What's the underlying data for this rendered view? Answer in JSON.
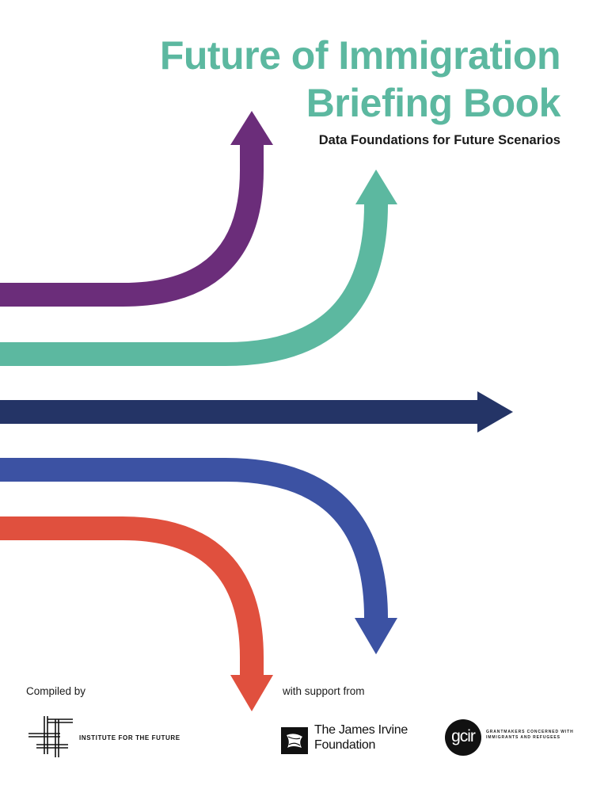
{
  "cover": {
    "title_line_1": "Future of Immigration",
    "title_line_2": "Briefing Book",
    "subtitle": "Data Foundations for Future Scenarios"
  },
  "arrows": [
    {
      "name": "purple",
      "color": "#6b2d7a",
      "direction": "up"
    },
    {
      "name": "teal",
      "color": "#5cb8a0",
      "direction": "up"
    },
    {
      "name": "navy",
      "color": "#243466",
      "direction": "right"
    },
    {
      "name": "blue",
      "color": "#3c52a3",
      "direction": "down"
    },
    {
      "name": "red",
      "color": "#e0503e",
      "direction": "down"
    }
  ],
  "footer": {
    "compiled_by_label": "Compiled by",
    "support_label": "with support from",
    "iftf": {
      "name": "INSTITUTE FOR THE FUTURE",
      "icon": "iftf-logo-icon"
    },
    "irvine": {
      "line_1": "The James Irvine",
      "line_2": "Foundation",
      "icon": "irvine-logo-icon"
    },
    "gcir": {
      "mark": "gcir",
      "line_1": "GRANTMAKERS CONCERNED WITH",
      "line_2": "IMMIGRANTS AND REFUGEES",
      "icon": "gcir-logo-icon"
    }
  },
  "colors": {
    "title": "#5cb8a0",
    "subtitle": "#1a1a1a"
  }
}
